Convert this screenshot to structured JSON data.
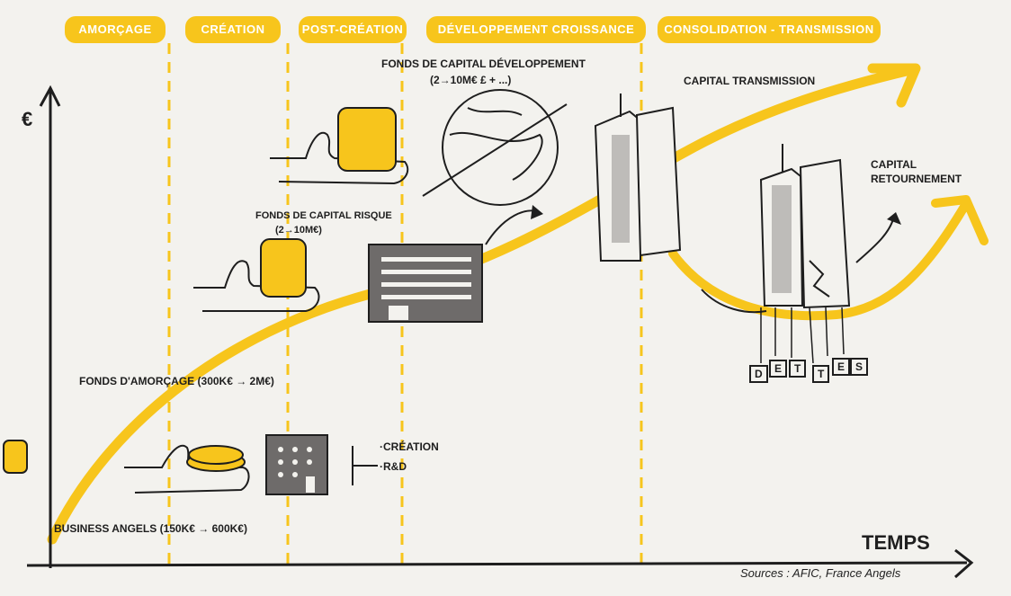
{
  "phases": [
    {
      "label": "AMORÇAGE"
    },
    {
      "label": "CRÉATION"
    },
    {
      "label": "POST-CRÉATION"
    },
    {
      "label": "DÉVELOPPEMENT CROISSANCE"
    },
    {
      "label": "CONSOLIDATION - TRANSMISSION"
    }
  ],
  "axes": {
    "y_label": "€",
    "x_label": "TEMPS"
  },
  "labels": {
    "business_angels": "BUSINESS ANGELS (150K€ → 600K€)",
    "fonds_amorcage": "FONDS D'AMORÇAGE (300K€ → 2M€)",
    "fonds_risque_line1": "FONDS DE CAPITAL RISQUE",
    "fonds_risque_line2": "(2→10M€)",
    "fonds_dev_line1": "FONDS DE CAPITAL DÉVELOPPEMENT",
    "fonds_dev_line2": "(2→10M€ £ + ...)",
    "capital_transmission": "CAPITAL TRANSMISSION",
    "capital_retournement_line1": "CAPITAL",
    "capital_retournement_line2": "RETOURNEMENT",
    "creation": "·CRÉATION",
    "rd": "·R&D",
    "dettes": [
      "D",
      "E",
      "T",
      "T",
      "E",
      "S"
    ]
  },
  "footer": {
    "sources": "Sources : AFIC, France Angels"
  },
  "colors": {
    "accent": "#f7c51c",
    "ink": "#1e1e1e",
    "paper": "#f3f2ee",
    "building": "#6e6b6a"
  }
}
